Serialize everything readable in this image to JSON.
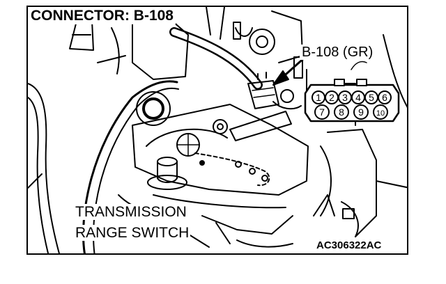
{
  "diagram": {
    "title": "CONNECTOR: B-108",
    "connector_label": "B-108 (GR)",
    "component_label_line1": "TRANSMISSION",
    "component_label_line2": "RANGE SWITCH",
    "figure_code": "AC306322AC",
    "pins_top": [
      "1",
      "2",
      "3",
      "4",
      "5",
      "6"
    ],
    "pins_bottom": [
      "7",
      "8",
      "9",
      "10"
    ]
  }
}
